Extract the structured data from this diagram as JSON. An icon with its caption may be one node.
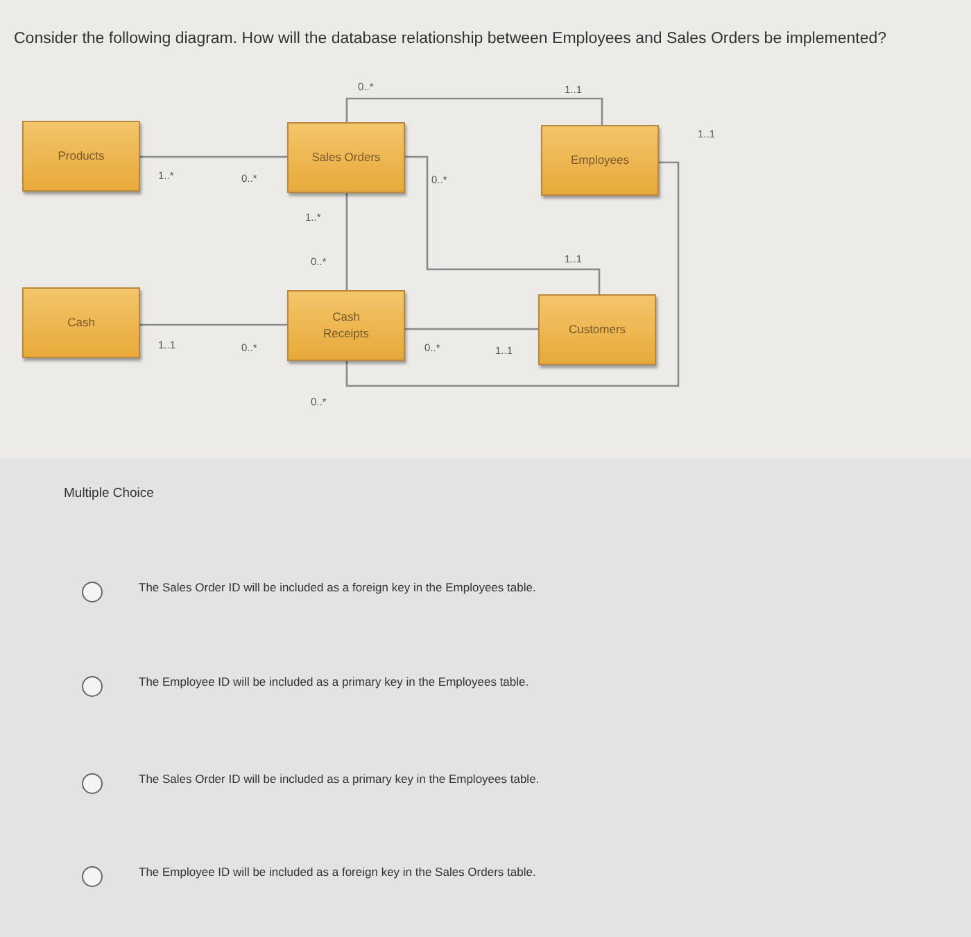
{
  "diagram": {
    "title": "Consider the following diagram. How will the database relationship between Employees and Sales Orders be implemented?",
    "nodes": [
      {
        "text": [
          "Products"
        ]
      },
      {
        "text": [
          "Sales Orders"
        ]
      },
      {
        "text": [
          "Employees"
        ]
      },
      {
        "text": [
          "Cash"
        ]
      },
      {
        "text": [
          "Cash Receipts"
        ]
      },
      {
        "text": [
          "Customers"
        ]
      }
    ],
    "edges": [
      {
        "from": 0,
        "to": 1,
        "arrow": "none"
      },
      {
        "from": 1,
        "to": 2,
        "arrow": "none"
      },
      {
        "from": 1,
        "to": 5,
        "arrow": "none"
      },
      {
        "from": 1,
        "to": 4,
        "arrow": "none"
      },
      {
        "from": 3,
        "to": 4,
        "arrow": "none"
      },
      {
        "from": 4,
        "to": 5,
        "arrow": "none"
      },
      {
        "from": 4,
        "to": 2,
        "arrow": "none"
      }
    ],
    "labels": [
      "0..*",
      "1..1",
      "1..1",
      "1..*",
      "0..*",
      "0..*",
      "1..*",
      "0..*",
      "1..1",
      "1..1",
      "0..*",
      "0..*",
      "1..1",
      "0..*",
      "Multiple Choice",
      "The Sales Order ID will be included as a foreign key in the Employees table.",
      "The Employee ID will be included as a primary key in the Employees table.",
      "The Sales Order ID will be included as a primary key in the Employees table.",
      "The Employee ID will be included as a foreign key in the Sales Orders table."
    ]
  }
}
